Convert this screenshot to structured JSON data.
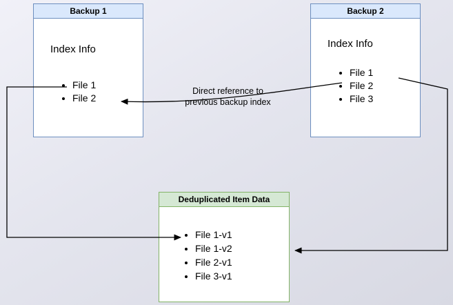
{
  "backup1": {
    "title": "Backup 1",
    "subtitle": "Index Info",
    "items": [
      "File 1",
      "File 2"
    ]
  },
  "backup2": {
    "title": "Backup 2",
    "subtitle": "Index Info",
    "items": [
      "File 1",
      "File 2",
      "File 3"
    ]
  },
  "dedup": {
    "title": "Deduplicated Item Data",
    "items": [
      "File 1-v1",
      "File 1-v2",
      "File 2-v1",
      "File 3-v1"
    ]
  },
  "annotation": {
    "line1": "Direct reference to",
    "line2": "previous backup index"
  },
  "colors": {
    "backup_border": "#6c8ebf",
    "backup_header_fill": "#dae8fc",
    "dedup_border": "#82b366",
    "dedup_header_fill": "#d5e8d4",
    "node_body_fill": "#ffffff",
    "arrow": "#000000"
  }
}
